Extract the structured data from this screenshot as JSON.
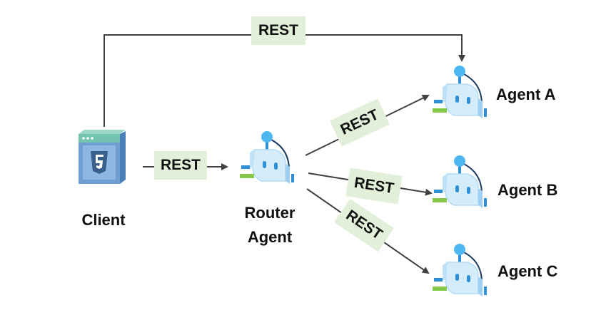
{
  "colors": {
    "line": "#404040",
    "rest_label_bg": "#e2efd9",
    "robot_body": "#d5ecfa",
    "robot_accent": "#2e8fd6",
    "robot_bulb": "#4fb7ef",
    "robot_green": "#86c84a",
    "browser_frame": "#6f9fd1",
    "browser_top": "#74c2b0"
  },
  "nodes": {
    "client": {
      "label": "Client",
      "icon": "html5-browser-icon"
    },
    "router": {
      "label_line1": "Router",
      "label_line2": "Agent",
      "icon": "robot-agent-icon"
    },
    "agent_a": {
      "label": "Agent A",
      "icon": "robot-agent-icon"
    },
    "agent_b": {
      "label": "Agent B",
      "icon": "robot-agent-icon"
    },
    "agent_c": {
      "label": "Agent C",
      "icon": "robot-agent-icon"
    }
  },
  "edges": {
    "client_to_agent_a": {
      "label": "REST"
    },
    "client_to_router": {
      "label": "REST"
    },
    "router_to_agent_a": {
      "label": "REST"
    },
    "router_to_agent_b": {
      "label": "REST"
    },
    "router_to_agent_c": {
      "label": "REST"
    }
  }
}
